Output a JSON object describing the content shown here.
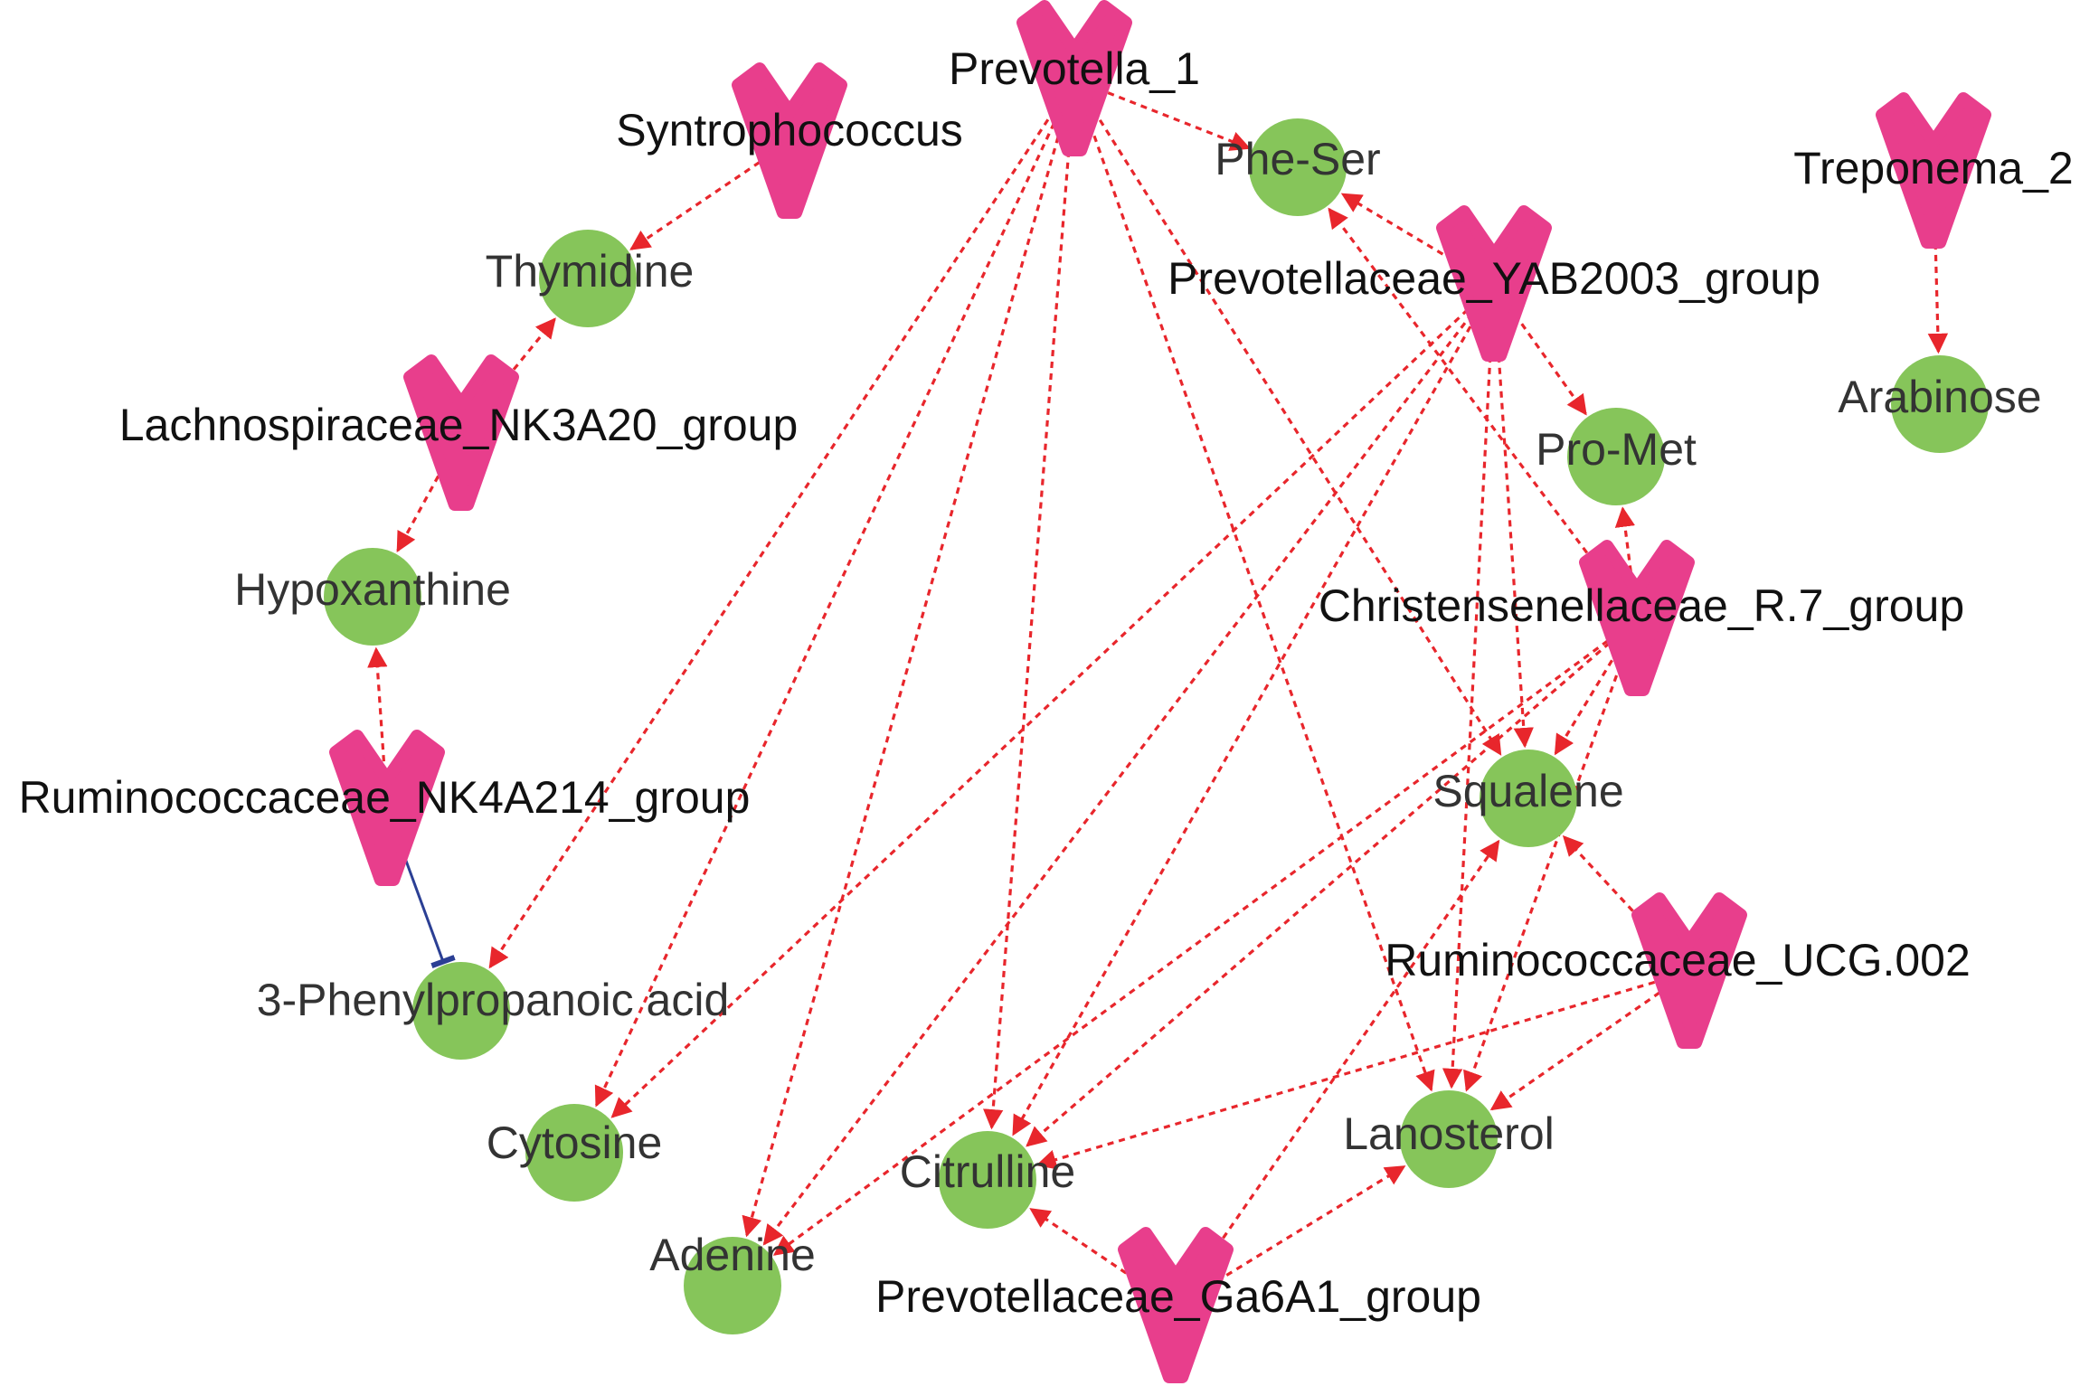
{
  "colors": {
    "taxon_node": "#e83e8c",
    "metabolite_node": "#86c55a",
    "positive_edge": "#e8262c",
    "negative_edge": "#2b3f94",
    "background": "#ffffff"
  },
  "node_shapes": {
    "taxon": "v-arrowhead",
    "metabolite": "circle"
  },
  "taxa": [
    {
      "id": "prevotella1",
      "label": "Prevotella_1"
    },
    {
      "id": "syntropho",
      "label": "Syntrophococcus"
    },
    {
      "id": "treponema2",
      "label": "Treponema_2"
    },
    {
      "id": "yab2003",
      "label": "Prevotellaceae_YAB2003_group"
    },
    {
      "id": "lachno",
      "label": "Lachnospiraceae_NK3A20_group"
    },
    {
      "id": "christ",
      "label": "Christensenellaceae_R.7_group"
    },
    {
      "id": "rumNK4",
      "label": "Ruminococcaceae_NK4A214_group"
    },
    {
      "id": "rumUCG",
      "label": "Ruminococcaceae_UCG.002"
    },
    {
      "id": "ga6a1",
      "label": "Prevotellaceae_Ga6A1_group"
    }
  ],
  "metabolites": [
    {
      "id": "pheser",
      "label": "Phe-Ser"
    },
    {
      "id": "thymidine",
      "label": "Thymidine"
    },
    {
      "id": "arabinose",
      "label": "Arabinose"
    },
    {
      "id": "promet",
      "label": "Pro-Met"
    },
    {
      "id": "hypox",
      "label": "Hypoxanthine"
    },
    {
      "id": "squalene",
      "label": "Squalene"
    },
    {
      "id": "phenylprop",
      "label": "3-Phenylpropanoic acid"
    },
    {
      "id": "cytosine",
      "label": "Cytosine"
    },
    {
      "id": "citrulline",
      "label": "Citrulline"
    },
    {
      "id": "lanosterol",
      "label": "Lanosterol"
    },
    {
      "id": "adenine",
      "label": "Adenine"
    }
  ],
  "edges": [
    {
      "from": "prevotella1",
      "to": "pheser",
      "type": "positive"
    },
    {
      "from": "prevotella1",
      "to": "phenylprop",
      "type": "positive"
    },
    {
      "from": "prevotella1",
      "to": "cytosine",
      "type": "positive"
    },
    {
      "from": "prevotella1",
      "to": "adenine",
      "type": "positive"
    },
    {
      "from": "prevotella1",
      "to": "citrulline",
      "type": "positive"
    },
    {
      "from": "prevotella1",
      "to": "lanosterol",
      "type": "positive"
    },
    {
      "from": "prevotella1",
      "to": "squalene",
      "type": "positive"
    },
    {
      "from": "syntropho",
      "to": "thymidine",
      "type": "positive"
    },
    {
      "from": "treponema2",
      "to": "arabinose",
      "type": "positive"
    },
    {
      "from": "lachno",
      "to": "thymidine",
      "type": "positive"
    },
    {
      "from": "lachno",
      "to": "hypox",
      "type": "positive"
    },
    {
      "from": "rumNK4",
      "to": "hypox",
      "type": "positive"
    },
    {
      "from": "rumNK4",
      "to": "phenylprop",
      "type": "negative"
    },
    {
      "from": "yab2003",
      "to": "pheser",
      "type": "positive"
    },
    {
      "from": "yab2003",
      "to": "promet",
      "type": "positive"
    },
    {
      "from": "yab2003",
      "to": "squalene",
      "type": "positive"
    },
    {
      "from": "yab2003",
      "to": "lanosterol",
      "type": "positive"
    },
    {
      "from": "yab2003",
      "to": "citrulline",
      "type": "positive"
    },
    {
      "from": "yab2003",
      "to": "adenine",
      "type": "positive"
    },
    {
      "from": "yab2003",
      "to": "cytosine",
      "type": "positive"
    },
    {
      "from": "christ",
      "to": "promet",
      "type": "positive"
    },
    {
      "from": "christ",
      "to": "pheser",
      "type": "positive"
    },
    {
      "from": "christ",
      "to": "squalene",
      "type": "positive"
    },
    {
      "from": "christ",
      "to": "lanosterol",
      "type": "positive"
    },
    {
      "from": "christ",
      "to": "citrulline",
      "type": "positive"
    },
    {
      "from": "christ",
      "to": "adenine",
      "type": "positive"
    },
    {
      "from": "rumUCG",
      "to": "squalene",
      "type": "positive"
    },
    {
      "from": "rumUCG",
      "to": "lanosterol",
      "type": "positive"
    },
    {
      "from": "rumUCG",
      "to": "citrulline",
      "type": "positive"
    },
    {
      "from": "ga6a1",
      "to": "citrulline",
      "type": "positive"
    },
    {
      "from": "ga6a1",
      "to": "lanosterol",
      "type": "positive"
    },
    {
      "from": "ga6a1",
      "to": "squalene",
      "type": "positive"
    }
  ]
}
